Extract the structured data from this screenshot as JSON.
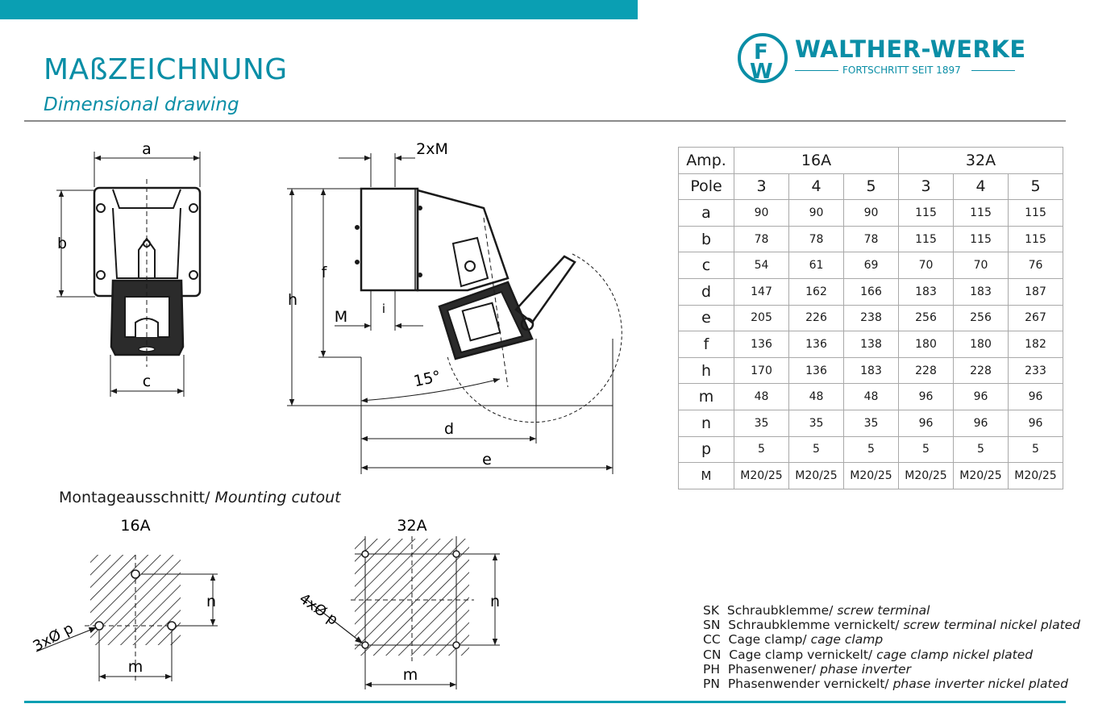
{
  "colors": {
    "accent": "#0a9fb3",
    "brand": "#0a8ea6",
    "line": "#1a1a1a"
  },
  "header": {
    "title": "MAßZEICHNUNG",
    "subtitle": "Dimensional drawing"
  },
  "logo": {
    "name": "WALTHER-WERKE",
    "tagline": "FORTSCHRITT SEIT 1897",
    "icon": "fw-monogram-icon"
  },
  "drawing": {
    "front_labels": {
      "a": "a",
      "b": "b",
      "c": "c"
    },
    "side_labels": {
      "m2": "2xM",
      "f": "f",
      "h": "h",
      "M": "M",
      "i": "i",
      "angle": "15°",
      "d": "d",
      "e": "e"
    }
  },
  "table": {
    "header_amp": "Amp.",
    "groups": [
      "16A",
      "32A"
    ],
    "pole_label": "Pole",
    "poles": [
      "3",
      "4",
      "5",
      "3",
      "4",
      "5"
    ],
    "rows": [
      {
        "label": "a",
        "values": [
          "90",
          "90",
          "90",
          "115",
          "115",
          "115"
        ]
      },
      {
        "label": "b",
        "values": [
          "78",
          "78",
          "78",
          "115",
          "115",
          "115"
        ]
      },
      {
        "label": "c",
        "values": [
          "54",
          "61",
          "69",
          "70",
          "70",
          "76"
        ]
      },
      {
        "label": "d",
        "values": [
          "147",
          "162",
          "166",
          "183",
          "183",
          "187"
        ]
      },
      {
        "label": "e",
        "values": [
          "205",
          "226",
          "238",
          "256",
          "256",
          "267"
        ]
      },
      {
        "label": "f",
        "values": [
          "136",
          "136",
          "138",
          "180",
          "180",
          "182"
        ]
      },
      {
        "label": "h",
        "values": [
          "170",
          "136",
          "183",
          "228",
          "228",
          "233"
        ]
      },
      {
        "label": "m",
        "values": [
          "48",
          "48",
          "48",
          "96",
          "96",
          "96"
        ]
      },
      {
        "label": "n",
        "values": [
          "35",
          "35",
          "35",
          "96",
          "96",
          "96"
        ]
      },
      {
        "label": "p",
        "values": [
          "5",
          "5",
          "5",
          "5",
          "5",
          "5"
        ]
      },
      {
        "label": "M",
        "values": [
          "M20/25",
          "M20/25",
          "M20/25",
          "M20/25",
          "M20/25",
          "M20/25"
        ]
      }
    ]
  },
  "cutout": {
    "heading": "Montageausschnitt/",
    "heading_en": "Mounting cutout",
    "a16": {
      "title": "16A",
      "hole": "3xØ p",
      "n": "n",
      "m": "m"
    },
    "a32": {
      "title": "32A",
      "hole": "4xØ p",
      "n": "n",
      "m": "m"
    }
  },
  "legend": [
    {
      "code": "SK",
      "de": "Schraubklemme/",
      "en": "screw terminal"
    },
    {
      "code": "SN",
      "de": "Schraubklemme vernickelt/",
      "en": "screw terminal nickel plated"
    },
    {
      "code": "CC",
      "de": "Cage clamp/",
      "en": "cage clamp"
    },
    {
      "code": "CN",
      "de": "Cage clamp vernickelt/",
      "en": "cage clamp nickel plated"
    },
    {
      "code": "PH",
      "de": "Phasenwener/",
      "en": "phase inverter"
    },
    {
      "code": "PN",
      "de": "Phasenwender vernickelt/",
      "en": "phase inverter nickel plated"
    }
  ]
}
